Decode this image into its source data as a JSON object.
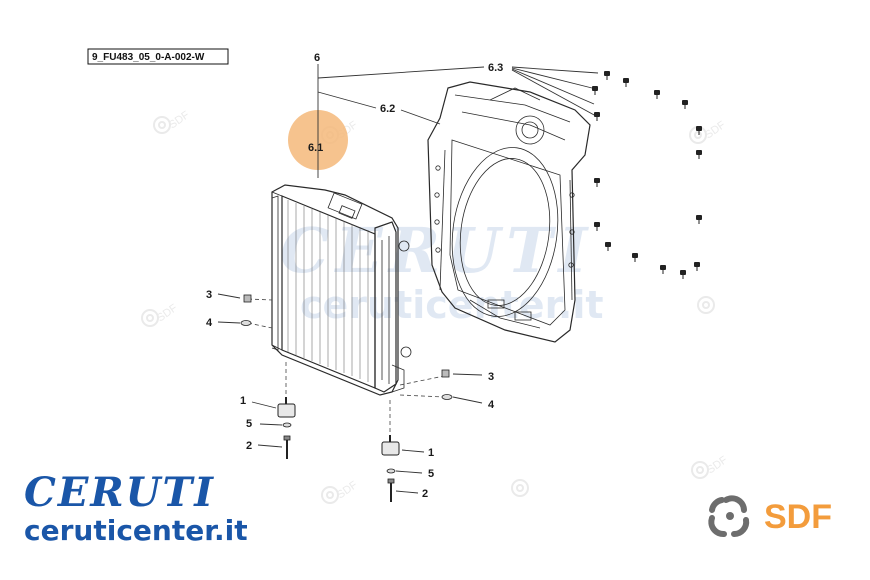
{
  "diagram": {
    "drawing_code": "9_FU483_05_0-A-002-W",
    "callouts": {
      "assembly": "6",
      "bolts": "6.3",
      "shroud": "6.2",
      "radiator": "6.1",
      "nut_left": "3",
      "washer_left": "4",
      "mount_left": "1",
      "spacer_left": "5",
      "bolt_left": "2",
      "nut_right": "3",
      "washer_right": "4",
      "mount_right": "1",
      "spacer_right": "5",
      "bolt_right": "2"
    },
    "highlight_color": "#f5b97a"
  },
  "watermark": {
    "text": "CERUTI",
    "url": "ceruticenter.it",
    "seal": "SDF"
  },
  "branding": {
    "left_logo": "CERUTI",
    "left_url": "ceruticenter.it",
    "right_logo": "SDF",
    "color_blue": "#1a56a8",
    "color_orange": "#f39c3c",
    "color_gray": "#6d6d6d"
  }
}
